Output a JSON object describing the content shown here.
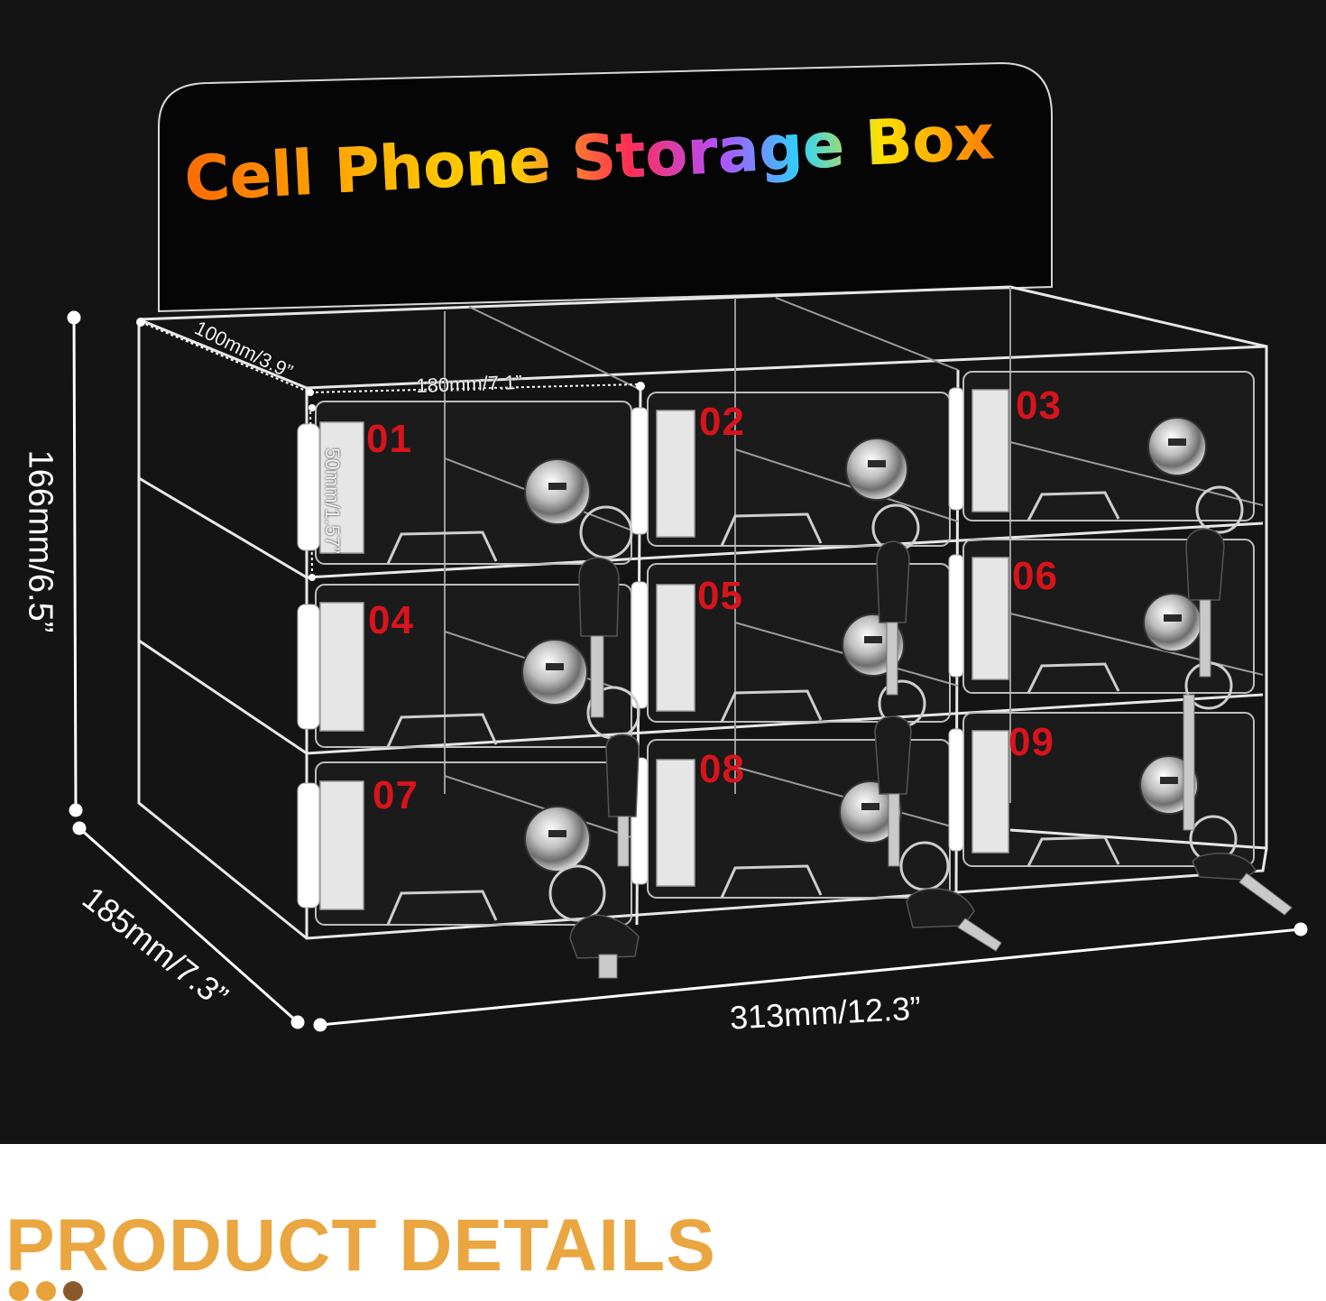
{
  "product": {
    "title": "Cell Phone Storage Box",
    "compartments": [
      "01",
      "02",
      "03",
      "04",
      "05",
      "06",
      "07",
      "08",
      "09"
    ]
  },
  "dimensions": {
    "height": "166mm/6.5”",
    "depth": "185mm/7.3”",
    "width": "313mm/12.3”",
    "compartment_depth": "100mm/3.9”",
    "compartment_width": "180mm/7.1”",
    "compartment_height": "50mm/1.57”"
  },
  "details": {
    "heading": "PRODUCT DETAILS"
  },
  "colors": {
    "background": "#141414",
    "number_red": "#d8141c",
    "heading_orange": "#eaa640",
    "dot_orange": "#e8a23a",
    "dot_brown": "#8a5a2b"
  }
}
